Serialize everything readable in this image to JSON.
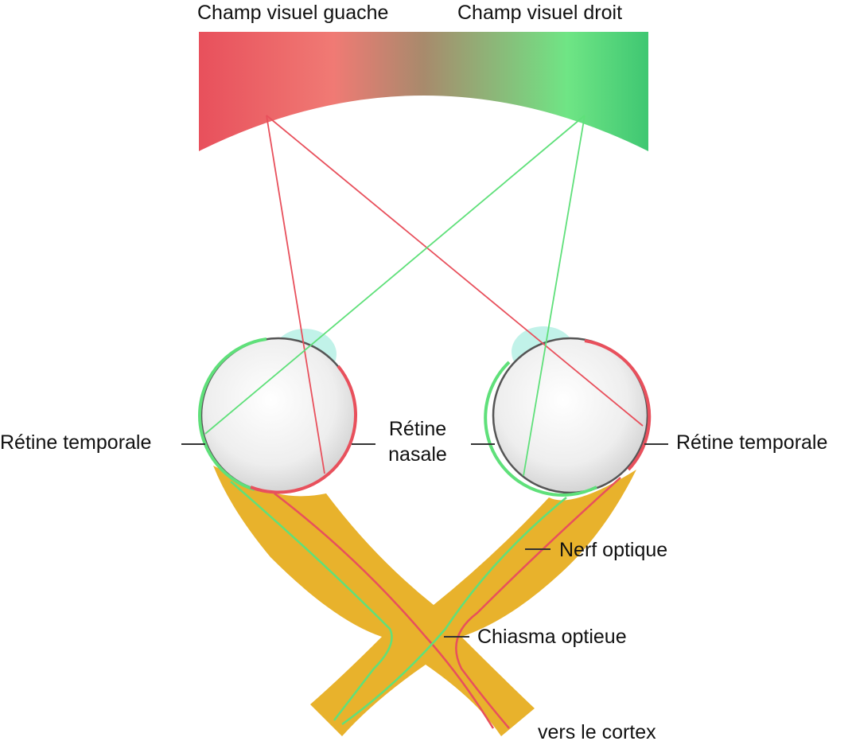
{
  "visual_field": {
    "left_label": "Champ visuel guache",
    "right_label": "Champ visuel droit"
  },
  "labels": {
    "temporal_retina_left": "Rétine temporale",
    "nasal_retina_line1": "Rétine",
    "nasal_retina_line2": "nasale",
    "temporal_retina_right": "Rétine temporale",
    "optic_nerve": "Nerf optique",
    "optic_chiasm": "Chiasma optieue",
    "to_cortex": "vers le cortex"
  },
  "colors": {
    "left_field": "#ea4a57",
    "right_field": "#45c97a",
    "red_path": "#e8505c",
    "green_path": "#5fe07a",
    "nerve": "#e8b22c",
    "eye_fill": "#eeeeee",
    "cornea": "#a6ece0"
  }
}
